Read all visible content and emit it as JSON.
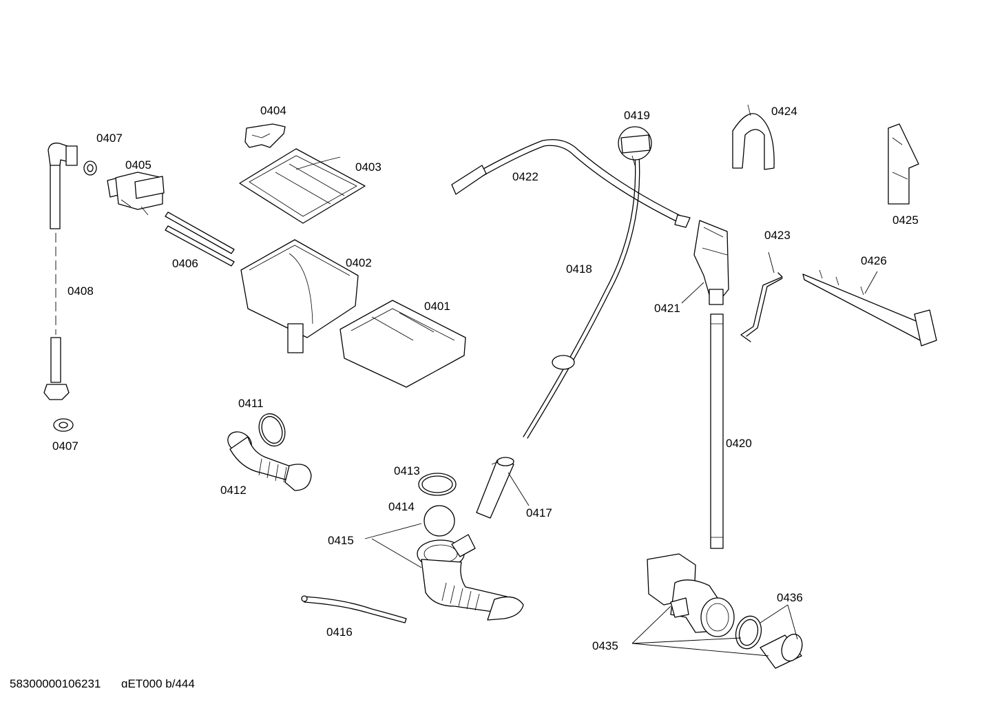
{
  "parts": [
    {
      "id": "p0401",
      "label": "0401"
    },
    {
      "id": "p0402",
      "label": "0402"
    },
    {
      "id": "p0403",
      "label": "0403"
    },
    {
      "id": "p0404",
      "label": "0404"
    },
    {
      "id": "p0405",
      "label": "0405"
    },
    {
      "id": "p0406",
      "label": "0406"
    },
    {
      "id": "p0407a",
      "label": "0407"
    },
    {
      "id": "p0407b",
      "label": "0407"
    },
    {
      "id": "p0408",
      "label": "0408"
    },
    {
      "id": "p0411",
      "label": "0411"
    },
    {
      "id": "p0412",
      "label": "0412"
    },
    {
      "id": "p0413",
      "label": "0413"
    },
    {
      "id": "p0414",
      "label": "0414"
    },
    {
      "id": "p0415",
      "label": "0415"
    },
    {
      "id": "p0416",
      "label": "0416"
    },
    {
      "id": "p0417",
      "label": "0417"
    },
    {
      "id": "p0418",
      "label": "0418"
    },
    {
      "id": "p0419",
      "label": "0419"
    },
    {
      "id": "p0420",
      "label": "0420"
    },
    {
      "id": "p0421",
      "label": "0421"
    },
    {
      "id": "p0422",
      "label": "0422"
    },
    {
      "id": "p0423",
      "label": "0423"
    },
    {
      "id": "p0424",
      "label": "0424"
    },
    {
      "id": "p0425",
      "label": "0425"
    },
    {
      "id": "p0426",
      "label": "0426"
    },
    {
      "id": "p0435",
      "label": "0435"
    },
    {
      "id": "p0436",
      "label": "0436"
    }
  ],
  "footer": {
    "code": "58300000106231",
    "overlay": "ɑET000 b/444"
  }
}
